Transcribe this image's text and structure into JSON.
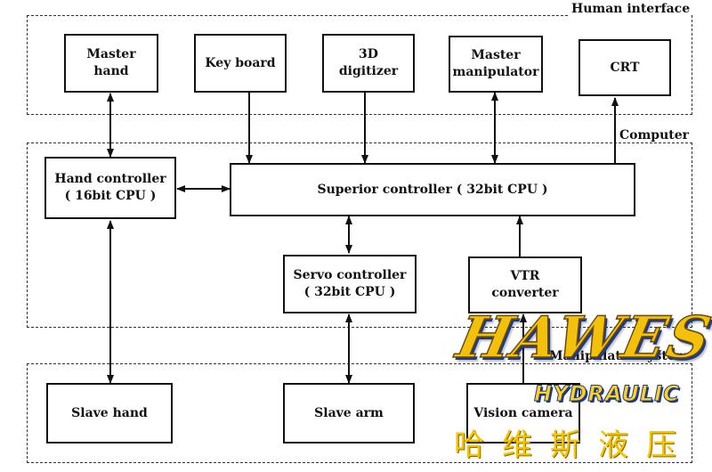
{
  "groups": {
    "human_interface": "Human interface",
    "computer": "Computer",
    "manipulator_system": "Manipulator system"
  },
  "blocks": {
    "master_hand": "Master\nhand",
    "keyboard": "Key board",
    "digitizer_3d": "3D\ndigitizer",
    "master_manipulator": "Master\nmanipulator",
    "crt": "CRT",
    "hand_controller": "Hand controller\n( 16bit CPU )",
    "superior_controller": "Superior controller ( 32bit CPU )",
    "servo_controller": "Servo controller\n( 32bit CPU )",
    "vtr_converter": "VTR\nconverter",
    "slave_hand": "Slave hand",
    "slave_arm": "Slave arm",
    "vision_camera": "Vision camera"
  },
  "watermark": {
    "brand": "HAWES",
    "sub": "HYDRAULIC",
    "chinese": "哈维斯液压",
    "colors": {
      "primary": "#f3c00c",
      "shadow": "#1f3a8a"
    }
  },
  "colors": {
    "line": "#111111",
    "background": "#ffffff"
  }
}
